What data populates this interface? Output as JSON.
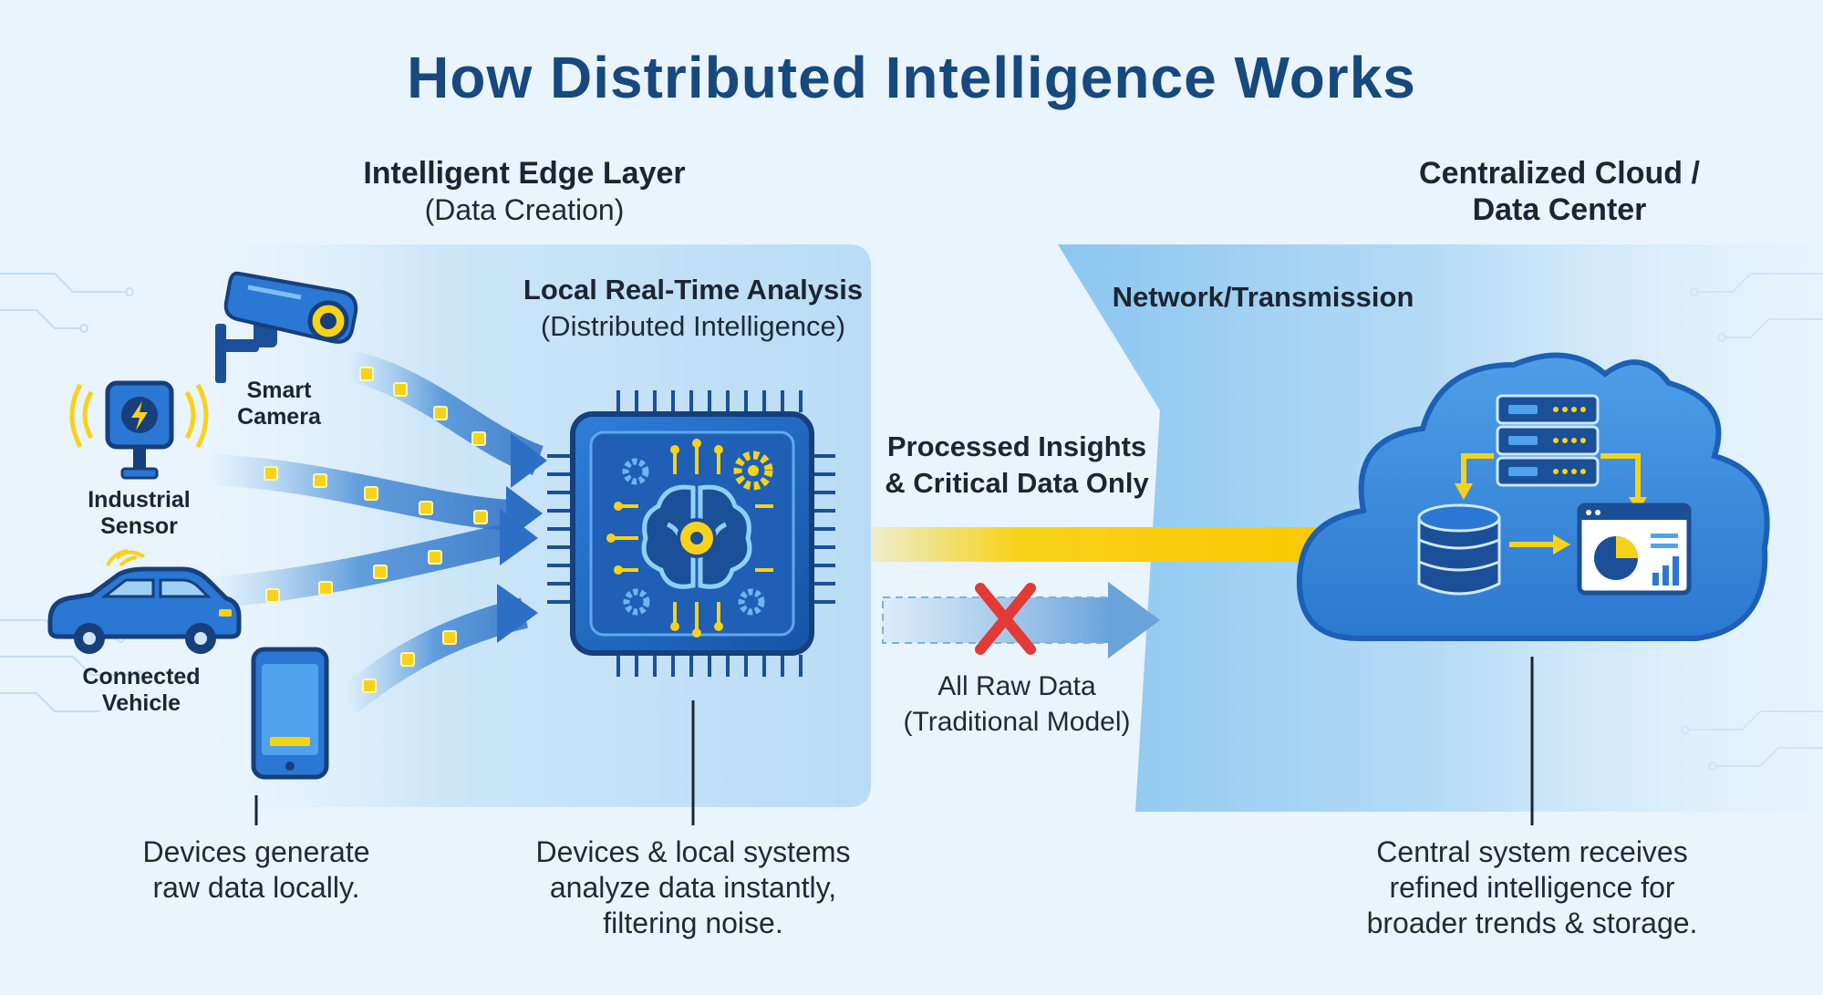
{
  "title": "How Distributed Intelligence Works",
  "edge_layer": {
    "title": "Intelligent Edge Layer",
    "subtitle": "(Data Creation)"
  },
  "local_analysis": {
    "title": "Local Real-Time Analysis",
    "subtitle": "(Distributed Intelligence)"
  },
  "network": {
    "label": "Network/Transmission"
  },
  "cloud": {
    "title_line1": "Centralized Cloud /",
    "title_line2": "Data Center"
  },
  "devices": [
    {
      "label_line1": "Smart",
      "label_line2": "Camera",
      "icon": "security-camera-icon"
    },
    {
      "label_line1": "Industrial",
      "label_line2": "Sensor",
      "icon": "sensor-icon"
    },
    {
      "label_line1": "Connected",
      "label_line2": "Vehicle",
      "icon": "car-icon"
    },
    {
      "label_line1": "",
      "label_line2": "",
      "icon": "smartphone-icon"
    }
  ],
  "flows": {
    "processed_line1": "Processed Insights",
    "processed_line2": "& Critical Data Only",
    "raw_line1": "All Raw Data",
    "raw_line2": "(Traditional Model)"
  },
  "captions": {
    "devices": [
      "Devices generate",
      "raw data locally."
    ],
    "local": [
      "Devices & local systems",
      "analyze data instantly,",
      "filtering noise."
    ],
    "central": [
      "Central system receives",
      "refined intelligence for",
      "broader trends & storage."
    ]
  },
  "colors": {
    "title": "#17487e",
    "accent_yellow": "#f7d21a",
    "brand_blue": "#1c6fd1",
    "cross_red": "#e23a36",
    "background": "#e9f4fc"
  }
}
